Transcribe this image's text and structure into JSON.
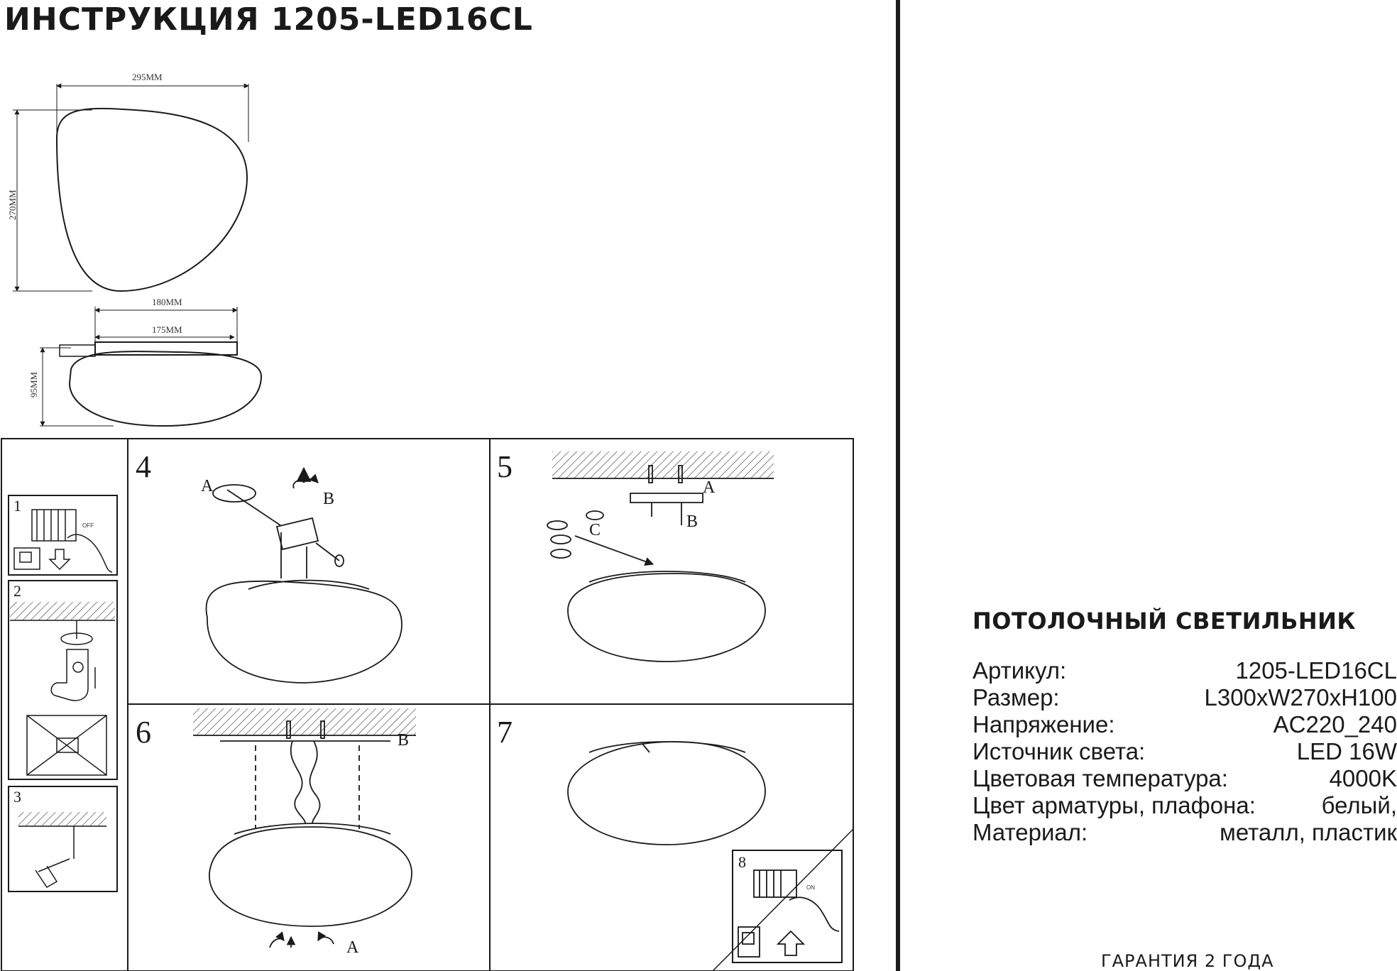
{
  "header": {
    "title": "ИНСТРУКЦИЯ 1205-LED16CL"
  },
  "dimensions": {
    "width_top": "295MM",
    "height_side": "270MM",
    "base_outer": "180MM",
    "base_inner": "175MM",
    "depth": "95MM"
  },
  "steps": {
    "step1": "1",
    "step2": "2",
    "step3": "3",
    "step4": "4",
    "step5": "5",
    "step6": "6",
    "step7": "7",
    "step8": "8"
  },
  "callouts": {
    "a": "A",
    "b": "B",
    "c": "C",
    "off": "OFF",
    "on": "ON"
  },
  "product": {
    "heading": "ПОТОЛОЧНЫЙ СВЕТИЛЬНИК",
    "specs": [
      {
        "key": "Артикул:",
        "value": "1205-LED16CL"
      },
      {
        "key": "Размер:",
        "value": "L300xW270xH100"
      },
      {
        "key": "Напряжение:",
        "value": "AC220_240"
      },
      {
        "key": "Источник света:",
        "value": "LED 16W"
      },
      {
        "key": "Цветовая температура:",
        "value": "4000K"
      },
      {
        "key": " Цвет арматуры, плафона:",
        "value": "белый,"
      },
      {
        "key": "Материал:",
        "value": "металл, пластик"
      }
    ],
    "warranty": "ГАРАНТИЯ 2 ГОДА"
  },
  "colors": {
    "ink": "#1a1a1a",
    "background": "#ffffff"
  }
}
